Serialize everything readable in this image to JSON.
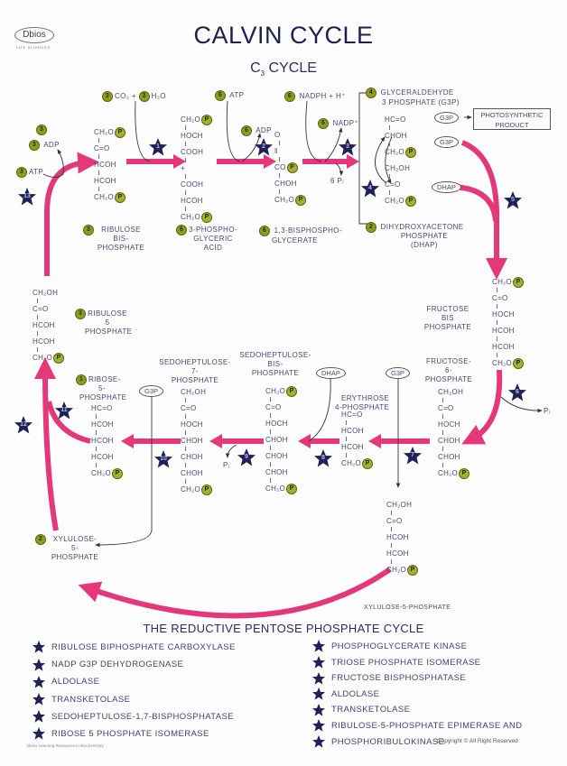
{
  "logo": {
    "name": "Dbios",
    "sub": "LIFE SCIENCES"
  },
  "title": "CALVIN CYCLE",
  "subtitle": {
    "prefix": "C",
    "sub": "3",
    "suffix": " CYCLE"
  },
  "badge_letter": "P",
  "colors": {
    "arrow": "#e4387a",
    "star": "#1e2257",
    "badge": "#a4b22a",
    "text": "#3d4270"
  },
  "top": {
    "co2": {
      "n": "3",
      "label": "CO₂ +"
    },
    "h2o": {
      "n": "3",
      "label": "H₂O"
    },
    "atp6": {
      "n": "6",
      "label": "ATP"
    },
    "adp6": {
      "n": "6",
      "label": "ADP"
    },
    "nadph": {
      "n": "6",
      "label": "NADPH + H⁺"
    },
    "nadp": {
      "n": "6",
      "label": "NADP⁺"
    },
    "pi6": "6  Pᵢ",
    "left_n": "3",
    "adp3": {
      "n": "3",
      "label": "ADP"
    },
    "atp3": {
      "n": "3",
      "label": "ATP"
    },
    "g3p": {
      "n": "4",
      "line1": "GLYCERALDEHYDE",
      "line2": "3 PHOSPHATE (G3P)"
    },
    "dhap": {
      "n": "2",
      "line1": "DIHYDROXYACETONE",
      "line2": "PHOSPHATE",
      "line3": "(DHAP)"
    },
    "product_box": {
      "line1": "PHOTOSYNTHETIC",
      "line2": "PRODUCT"
    }
  },
  "names": {
    "rubp": {
      "n": "3",
      "lines": [
        "RIBULOSE",
        "BIS-",
        "PHOSPHATE"
      ]
    },
    "pga": {
      "n": "6",
      "lines": [
        "3-PHOSPHO-",
        "GLYCERIC",
        "ACID"
      ]
    },
    "bpg": {
      "n": "6",
      "lines": [
        "1,3-BISPHOSPHO-",
        "GLYCERATE"
      ]
    },
    "ru5p": {
      "n": "3",
      "lines": [
        "RIBULOSE",
        "5",
        "PHOSPHATE"
      ]
    },
    "r5p": {
      "n": "1",
      "lines": [
        "RIBOSE-",
        "5-",
        "PHOSPHATE"
      ]
    },
    "s7p": {
      "lines": [
        "SEDOHEPTULOSE-",
        "7-",
        "PHOSPHATE"
      ]
    },
    "sbp": {
      "lines": [
        "SEDOHEPTULOSE-",
        "BIS-",
        "PHOSPHATE"
      ]
    },
    "e4p": {
      "lines": [
        "ERYTHROSE",
        "4-PHOSPHATE"
      ]
    },
    "f6p": {
      "lines": [
        "FRUCTOSE-",
        "6-",
        "PHOSPHATE"
      ]
    },
    "fbp": {
      "lines": [
        "FRUCTOSE",
        "BIS",
        "PHOSPHATE"
      ]
    },
    "xu5p_left": {
      "n": "2",
      "lines": [
        "XYLULOSE-",
        "5-",
        "PHOSPHATE"
      ]
    },
    "xu5p_right": "XYLULOSE-5-PHOSPHATE"
  },
  "ovals": {
    "g3p": "G3P",
    "dhap": "DHAP"
  },
  "pi": "Pᵢ",
  "molecules": {
    "rubp": [
      {
        "t": "CH₂O",
        "p": true
      },
      "C=O",
      "HCOH",
      "HCOH",
      {
        "t": "CH₂O",
        "p": true
      }
    ],
    "pga": [
      {
        "t": "CH₂O",
        "p": true
      },
      "HOCH",
      "COOH",
      "+",
      "COOH",
      "HCOH",
      {
        "t": "CH₂O",
        "p": true
      }
    ],
    "bpg": [
      "O",
      "‖",
      {
        "t": "CO",
        "p": true
      },
      "CHOH",
      {
        "t": "CH₂O",
        "p": true
      }
    ],
    "g3p": [
      "HC=O",
      "CHOH",
      {
        "t": "CH₂O",
        "p": true
      }
    ],
    "dhap": [
      "CH₂OH",
      "C=O",
      {
        "t": "CH₂O",
        "p": true
      }
    ],
    "ru5p": [
      "CH₂OH",
      "C=O",
      "HCOH",
      "HCOH",
      {
        "t": "CH₂O",
        "p": true
      }
    ],
    "r5p": [
      "HC=O",
      "HCOH",
      "HCOH",
      "HCOH",
      {
        "t": "CH₂O",
        "p": true
      }
    ],
    "s7p": [
      "CH₂OH",
      "C=O",
      "HOCH",
      "CHOH",
      "CHOH",
      "CHOH",
      {
        "t": "CH₂O",
        "p": true
      }
    ],
    "sbp": [
      {
        "t": "CH₂O",
        "p": true
      },
      "C=O",
      "HOCH",
      "CHOH",
      "CHOH",
      "CHOH",
      {
        "t": "CH₂O",
        "p": true
      }
    ],
    "e4p": [
      "HC=O",
      "HCOH",
      "HCOH",
      {
        "t": "CH₂O",
        "p": true
      }
    ],
    "f6p": [
      "CH₂OH",
      "C=O",
      "HOCH",
      "CHOH",
      "CHOH",
      {
        "t": "CH₂O",
        "p": true
      }
    ],
    "fbp": [
      {
        "t": "CH₂O",
        "p": true
      },
      "C=O",
      "HOCH",
      "HCOH",
      "HCOH",
      {
        "t": "CH₂O",
        "p": true
      }
    ],
    "xu5p": [
      "CH₂OH",
      "C=O",
      "HCOH",
      "HCOH",
      {
        "t": "CH₂O",
        "p": true
      }
    ]
  },
  "stars": [
    "1",
    "2",
    "3",
    "4",
    "5",
    "6",
    "7",
    "8",
    "9",
    "10",
    "11",
    "12",
    "13"
  ],
  "legend": {
    "title": "THE REDUCTIVE PENTOSE PHOSPHATE CYCLE",
    "left": [
      "RIBULOSE BIPHOSPHATE CARBOXYLASE",
      "NADP G3P DEHYDROGENASE",
      "ALDOLASE",
      "TRANSKETOLASE",
      "SEDOHEPTULOSE-1,7-BISPHOSPHATASE",
      "RIBOSE 5 PHOSPHATE ISOMERASE"
    ],
    "right": [
      "PHOSPHOGLYCERATE KINASE",
      "TRIOSE PHOSPHATE ISOMERASE",
      "FRUCTOSE BISPHOSPHATASE",
      "ALDOLASE",
      "TRANSKETOLASE",
      "RIBULOSE-5-PHOSPHATE EPIMERASE AND",
      "PHOSPHORIBULOKINASE"
    ]
  },
  "footer": {
    "left": "Dbios Learning Resources in Biochemistry",
    "copyright": "Copyright © All Right Reserved"
  }
}
